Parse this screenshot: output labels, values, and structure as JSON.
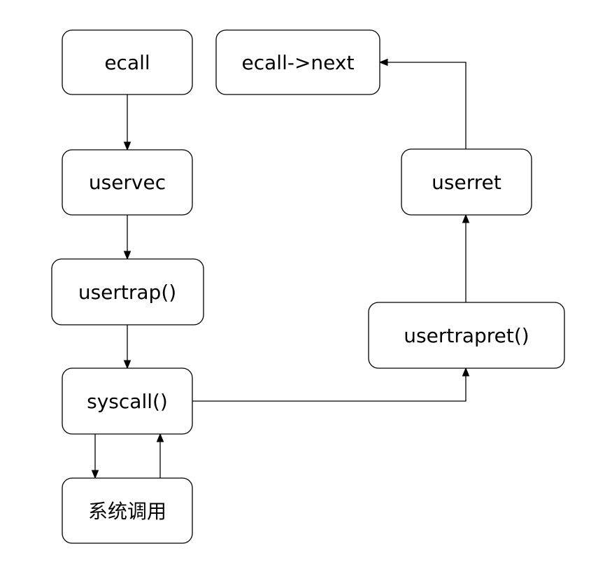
{
  "diagram": {
    "nodes": {
      "ecall": "ecall",
      "ecall_next": "ecall->next",
      "uservec": "uservec",
      "usertrap": "usertrap()",
      "syscall": "syscall()",
      "system_call": "系统调用",
      "userret": "userret",
      "usertrapret": "usertrapret()"
    },
    "edges": [
      {
        "from": "ecall",
        "to": "uservec"
      },
      {
        "from": "uservec",
        "to": "usertrap"
      },
      {
        "from": "usertrap",
        "to": "syscall"
      },
      {
        "from": "syscall",
        "to": "system_call"
      },
      {
        "from": "system_call",
        "to": "syscall"
      },
      {
        "from": "syscall",
        "to": "usertrapret"
      },
      {
        "from": "usertrapret",
        "to": "userret"
      },
      {
        "from": "userret",
        "to": "ecall_next"
      }
    ]
  }
}
